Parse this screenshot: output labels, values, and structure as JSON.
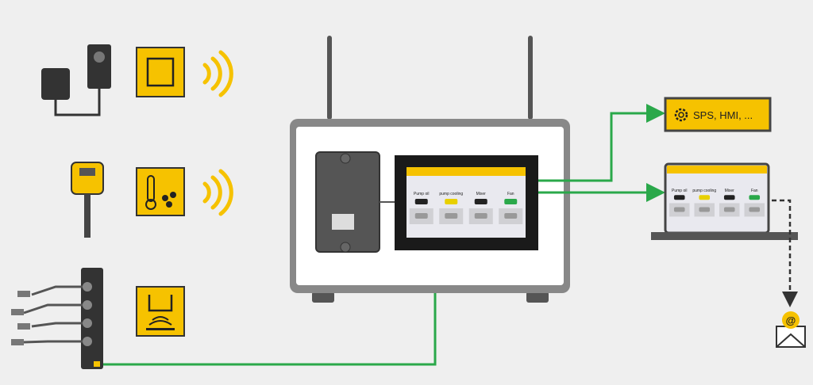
{
  "colors": {
    "accent": "#f6c200",
    "link": "#2aa84a",
    "frame": "#4a4a4a",
    "background": "#efefef"
  },
  "screen": {
    "devices": [
      "Pump oil",
      "pump cooling",
      "Mixer",
      "Fan"
    ]
  },
  "targets": {
    "sps_label": "SPS, HMI, ...",
    "email_symbol": "@"
  }
}
